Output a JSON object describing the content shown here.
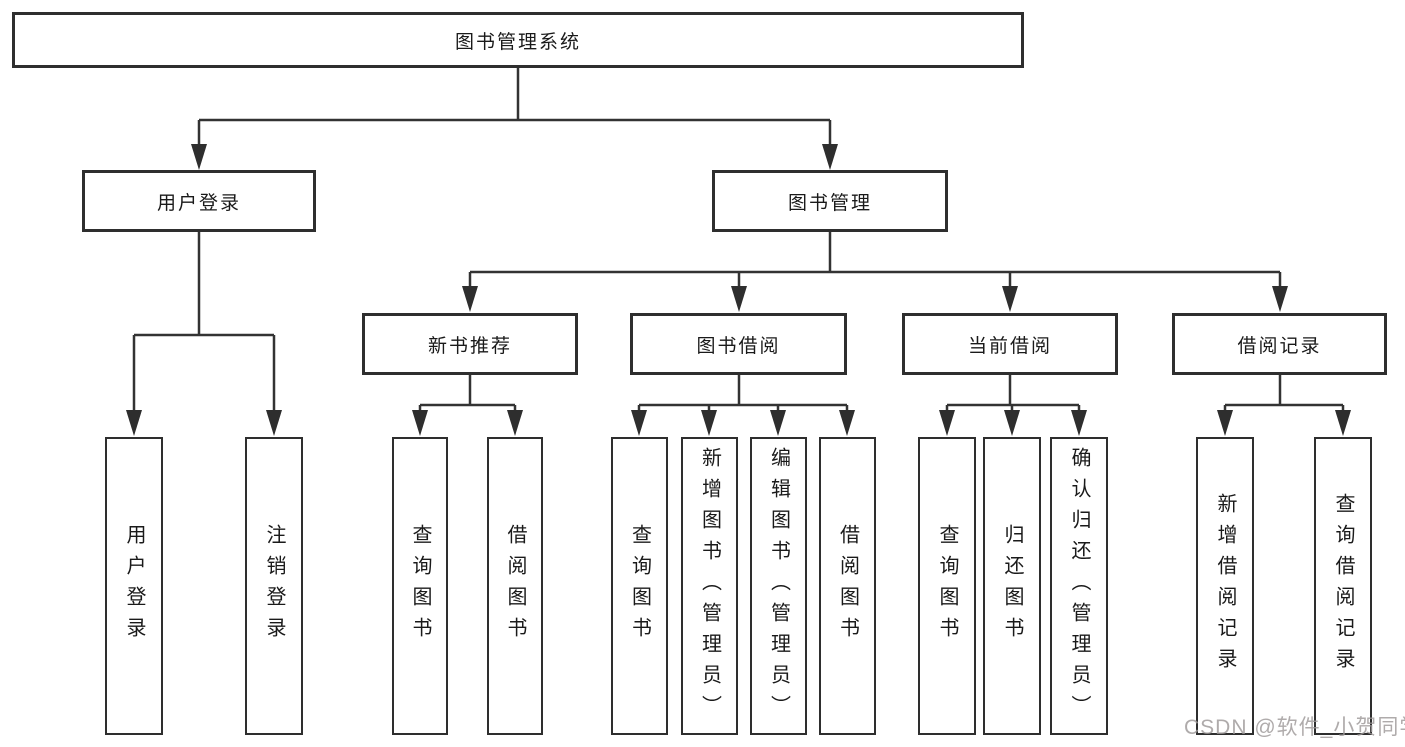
{
  "tree": {
    "root": "图书管理系统",
    "branches": [
      {
        "label": "用户登录",
        "children": [
          "用户登录",
          "注销登录"
        ]
      },
      {
        "label": "图书管理",
        "subgroups": [
          {
            "label": "新书推荐",
            "children": [
              "查询图书",
              "借阅图书"
            ]
          },
          {
            "label": "图书借阅",
            "children": [
              "查询图书",
              "新增图书（管理员）",
              "编辑图书（管理员）",
              "借阅图书"
            ]
          },
          {
            "label": "当前借阅",
            "children": [
              "查询图书",
              "归还图书",
              "确认归还（管理员）"
            ]
          },
          {
            "label": "借阅记录",
            "children": [
              "新增借阅记录",
              "查询借阅记录"
            ]
          }
        ]
      }
    ]
  },
  "watermark": {
    "text": "CSDN @软件_小贺同学"
  },
  "colors": {
    "background": "#ffffff",
    "box_border": "#2e2e2e",
    "connector_line": "#333333",
    "text": "#1a1a1a",
    "watermark": "#9e9898"
  }
}
